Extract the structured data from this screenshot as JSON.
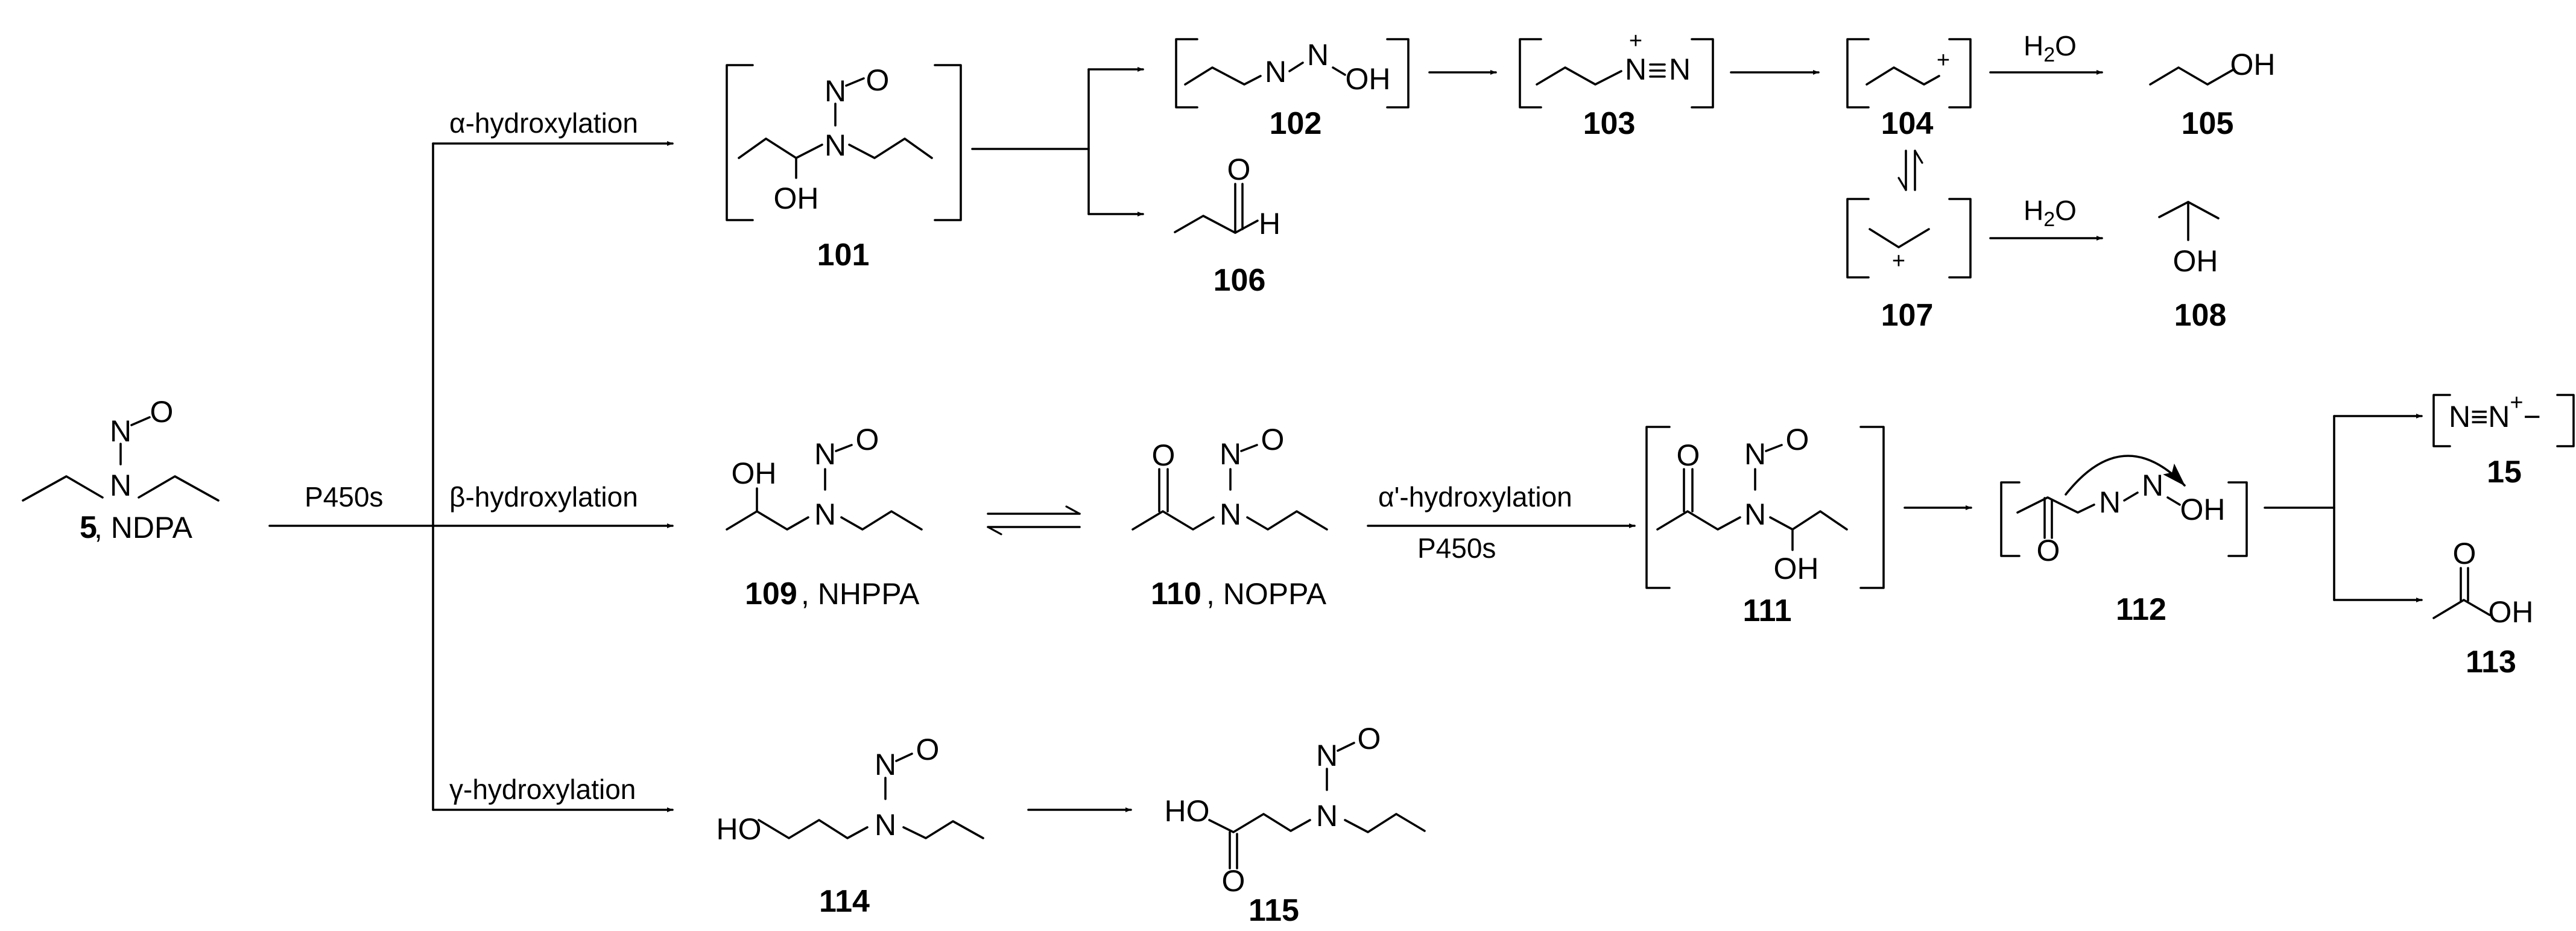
{
  "scheme": {
    "conditions": {
      "p450s": "P450s",
      "alpha": "α-hydroxylation",
      "beta": "β-hydroxylation",
      "gamma": "γ-hydroxylation",
      "alpha_prime": "α'-hydroxylation",
      "p450s_2": "P450s",
      "h2o_a": "H2O",
      "h2o_b": "H2O"
    },
    "compounds": [
      {
        "id": "5",
        "name": "NDPA"
      },
      {
        "id": "101"
      },
      {
        "id": "102"
      },
      {
        "id": "103"
      },
      {
        "id": "104"
      },
      {
        "id": "105"
      },
      {
        "id": "106"
      },
      {
        "id": "107"
      },
      {
        "id": "108"
      },
      {
        "id": "109",
        "name": "NHPPA"
      },
      {
        "id": "110",
        "name": "NOPPA"
      },
      {
        "id": "111"
      },
      {
        "id": "112"
      },
      {
        "id": "15"
      },
      {
        "id": "113"
      },
      {
        "id": "114"
      },
      {
        "id": "115"
      }
    ],
    "atoms": {
      "N": "N",
      "O": "O",
      "OH": "OH",
      "HO": "HO",
      "H": "H",
      "plus": "+",
      "triple": "≡",
      "minus": "−"
    }
  }
}
